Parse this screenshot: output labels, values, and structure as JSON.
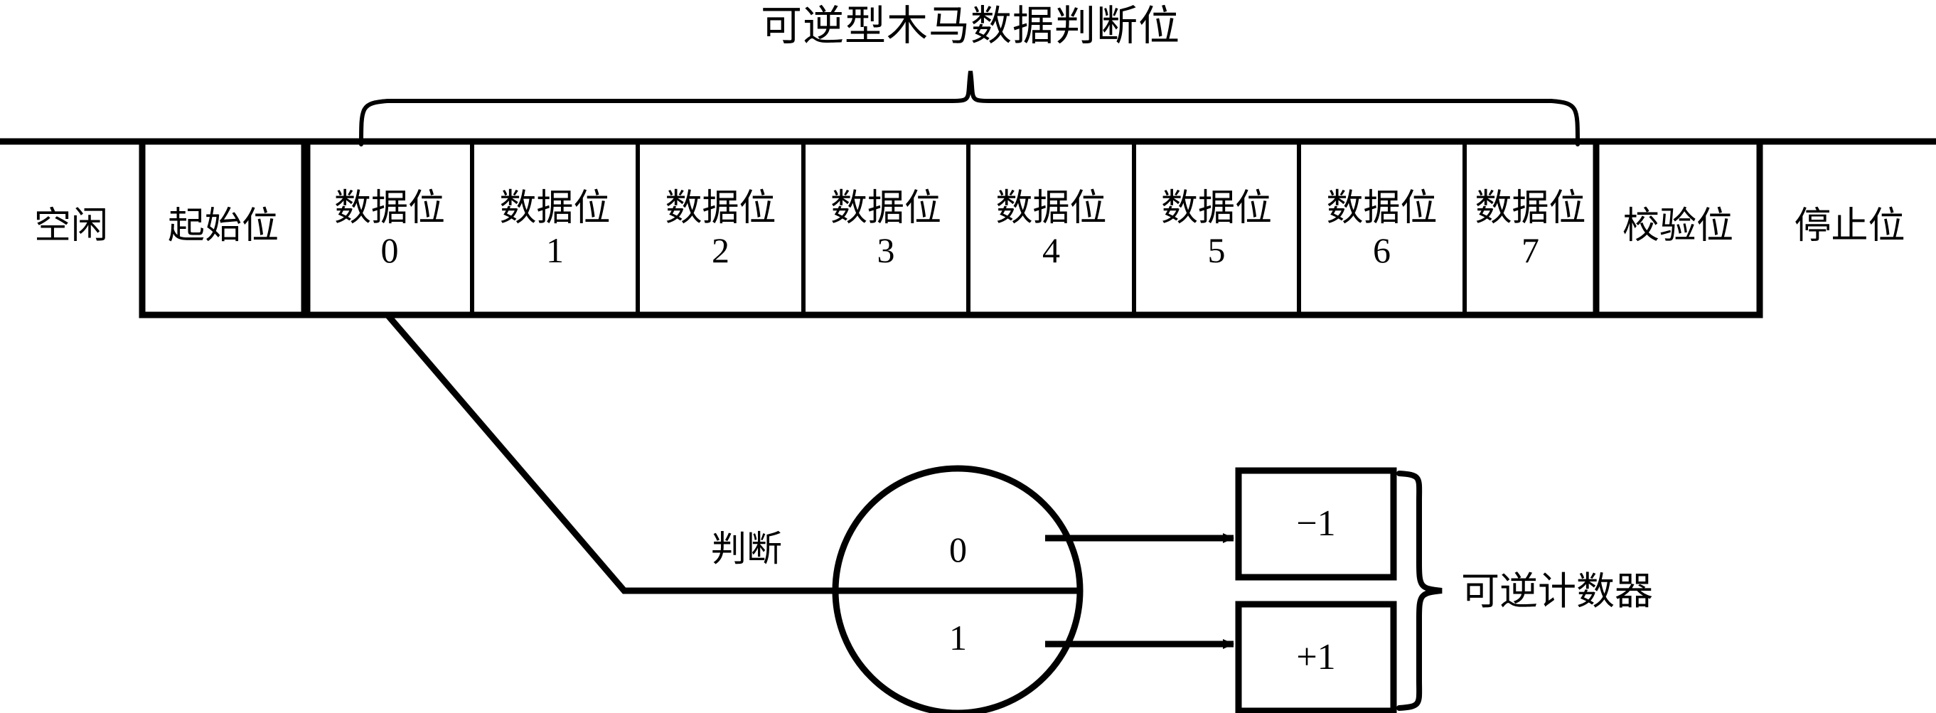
{
  "diagram": {
    "title": "可逆型木马数据判断位",
    "frame": {
      "idle_label": "空闲",
      "start_label": "起始位",
      "data_bits": [
        {
          "name": "数据位",
          "index": "0"
        },
        {
          "name": "数据位",
          "index": "1"
        },
        {
          "name": "数据位",
          "index": "2"
        },
        {
          "name": "数据位",
          "index": "3"
        },
        {
          "name": "数据位",
          "index": "4"
        },
        {
          "name": "数据位",
          "index": "5"
        },
        {
          "name": "数据位",
          "index": "6"
        },
        {
          "name": "数据位",
          "index": "7"
        }
      ],
      "parity_label": "校验位",
      "stop_label": "停止位"
    },
    "decision": {
      "judge_label": "判断",
      "branch_top": "0",
      "branch_bottom": "1"
    },
    "counters": {
      "decrement_label": "−1",
      "increment_label": "+1",
      "group_label": "可逆计数器"
    },
    "colors": {
      "stroke": "#000000",
      "background": "#ffffff"
    }
  }
}
